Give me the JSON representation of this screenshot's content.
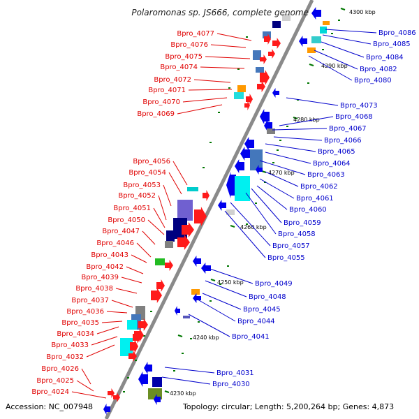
{
  "header": {
    "title": "Polaromonas sp. JS666, complete genome"
  },
  "footer": {
    "accession": "Accession: NC_007948",
    "topology": "Topology: circular; Length: 5,200,264 bp; Genes: 4,873"
  },
  "colors": {
    "forward": "#ff0000",
    "reverse": "#0000ee",
    "backbone": "#808080",
    "tick": "#007700"
  },
  "ticks": [
    "4300 kbp",
    "4290 kbp",
    "4280 kbp",
    "4270 kbp",
    "4260 kbp",
    "4250 kbp",
    "4240 kbp",
    "4230 kbp"
  ],
  "left_labels": [
    "Bpro_4077",
    "Bpro_4076",
    "Bpro_4075",
    "Bpro_4074",
    "Bpro_4072",
    "Bpro_4071",
    "Bpro_4070",
    "Bpro_4069",
    "Bpro_4056",
    "Bpro_4054",
    "Bpro_4053",
    "Bpro_4052",
    "Bpro_4051",
    "Bpro_4050",
    "Bpro_4047",
    "Bpro_4046",
    "Bpro_4043",
    "Bpro_4042",
    "Bpro_4039",
    "Bpro_4038",
    "Bpro_4037",
    "Bpro_4036",
    "Bpro_4035",
    "Bpro_4034",
    "Bpro_4033",
    "Bpro_4032",
    "Bpro_4026",
    "Bpro_4025",
    "Bpro_4024"
  ],
  "right_labels": [
    "Bpro_4086",
    "Bpro_4085",
    "Bpro_4084",
    "Bpro_4082",
    "Bpro_4080",
    "Bpro_4073",
    "Bpro_4068",
    "Bpro_4067",
    "Bpro_4066",
    "Bpro_4065",
    "Bpro_4064",
    "Bpro_4063",
    "Bpro_4062",
    "Bpro_4061",
    "Bpro_4060",
    "Bpro_4059",
    "Bpro_4058",
    "Bpro_4057",
    "Bpro_4055",
    "Bpro_4049",
    "Bpro_4048",
    "Bpro_4045",
    "Bpro_4044",
    "Bpro_4041",
    "Bpro_4031",
    "Bpro_4030"
  ]
}
